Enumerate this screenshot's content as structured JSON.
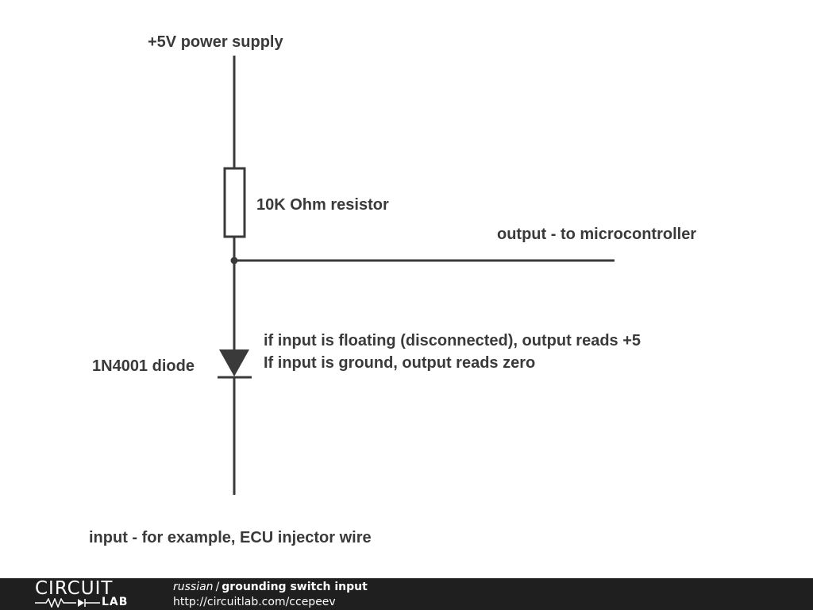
{
  "labels": {
    "power": "+5V power supply",
    "resistor": "10K Ohm resistor",
    "output": "output - to microcontroller",
    "note_line1": "if input is floating (disconnected), output reads +5",
    "note_line2": "If input is ground, output reads zero",
    "diode": "1N4001 diode",
    "input": "input - for example, ECU injector wire"
  },
  "footer": {
    "logo_word": "CIRCUIT",
    "logo_sub": "LAB",
    "owner": "russian",
    "separator": "/",
    "project": "grounding switch input",
    "url": "http://circuitlab.com/ccepeev"
  },
  "colors": {
    "wire": "#3a3a3a",
    "text": "#3a3a3a",
    "footer_bg": "#1f1f1f",
    "footer_text": "#ffffff"
  }
}
